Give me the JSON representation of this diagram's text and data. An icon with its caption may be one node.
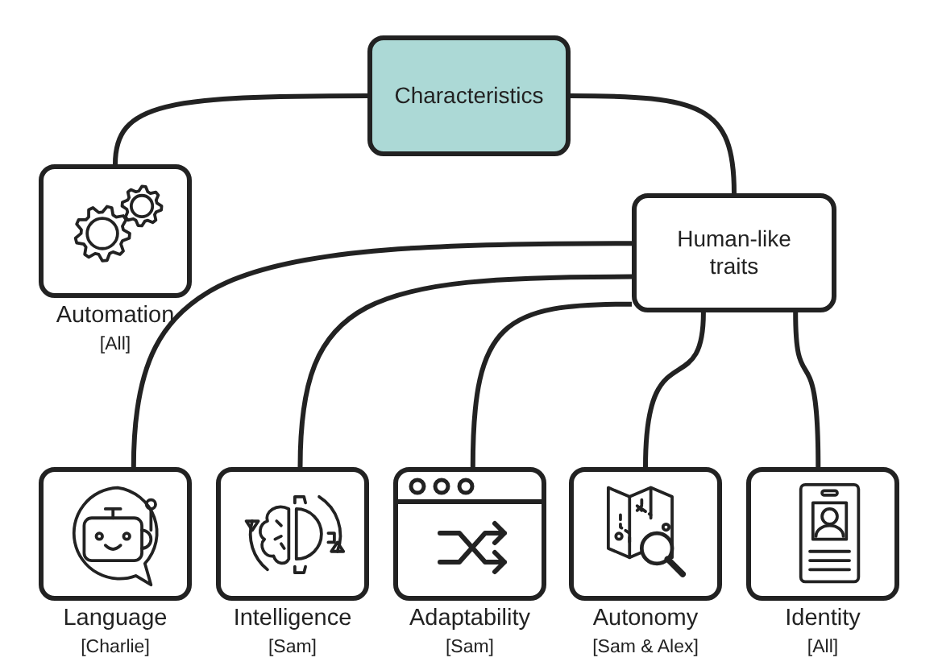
{
  "diagram": {
    "nodes": [
      {
        "text": [
          "Characteristics"
        ]
      },
      {
        "text": [
          "Automation",
          "[All]"
        ]
      },
      {
        "text": [
          "Human-like traits"
        ]
      },
      {
        "text": [
          "Language",
          "[Charlie]"
        ]
      },
      {
        "text": [
          "Intelligence",
          "[Sam]"
        ]
      },
      {
        "text": [
          "Adaptability",
          "[Sam]"
        ]
      },
      {
        "text": [
          "Autonomy",
          "[Sam & Alex]"
        ]
      },
      {
        "text": [
          "Identity",
          "[All]"
        ]
      }
    ],
    "edges": [
      {
        "from": 0,
        "to": 1,
        "arrow": "none"
      },
      {
        "from": 0,
        "to": 2,
        "arrow": "none"
      },
      {
        "from": 2,
        "to": 3,
        "arrow": "none"
      },
      {
        "from": 2,
        "to": 4,
        "arrow": "none"
      },
      {
        "from": 2,
        "to": 5,
        "arrow": "none"
      },
      {
        "from": 2,
        "to": 6,
        "arrow": "none"
      },
      {
        "from": 2,
        "to": 7,
        "arrow": "none"
      }
    ]
  }
}
